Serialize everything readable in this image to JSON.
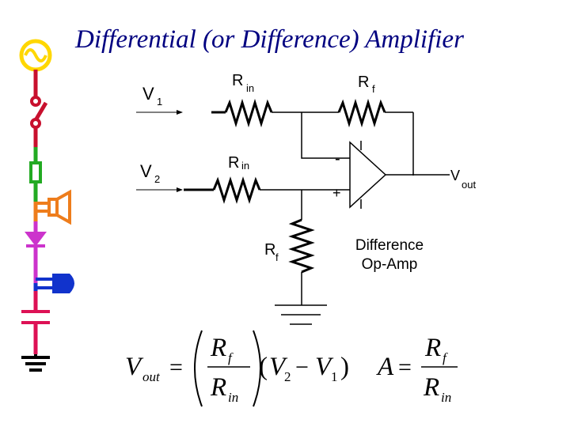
{
  "title": "Differential (or Difference) Amplifier",
  "labels": {
    "v1": "V",
    "v1_sub": "1",
    "v2": "V",
    "v2_sub": "2",
    "rin_top": "R",
    "rin_top_sub": "in",
    "rf_top": "R",
    "rf_top_sub": "f",
    "rin_mid": "R",
    "rin_mid_sub": "in",
    "rf_bottom": "R",
    "rf_bottom_sub": "f",
    "vout": "V",
    "vout_sub": "out",
    "minus": "-",
    "plus": "+",
    "opamp_caption_line1": "Difference",
    "opamp_caption_line2": "Op-Amp"
  },
  "equations": {
    "vout_lhs": "V",
    "vout_lhs_sub": "out",
    "equals": "=",
    "frac_num": "R",
    "frac_num_sub": "f",
    "frac_den": "R",
    "frac_den_sub": "in",
    "paren_open": "(",
    "v2": "V",
    "v2_sub": "2",
    "minus": "−",
    "v1": "V",
    "v1_sub": "1",
    "paren_close": ")",
    "gain_lhs": "A",
    "gain_equals": "=",
    "gain_num": "R",
    "gain_num_sub": "f",
    "gain_den": "R",
    "gain_den_sub": "in"
  },
  "sidebar_icons": [
    "ac-source-icon",
    "switch-icon",
    "resistor-icon",
    "speaker-icon",
    "diode-icon",
    "lamp-icon",
    "capacitor-icon",
    "ground-icon"
  ],
  "colors": {
    "title": "#000080",
    "ac_source": "#ffd700",
    "switch": "#c8102e",
    "resistor": "#22aa22",
    "speaker": "#ee7d1c",
    "diode": "#cc33cc",
    "lamp": "#1133cc",
    "capacitor": "#dd1155",
    "ground": "#000000"
  }
}
